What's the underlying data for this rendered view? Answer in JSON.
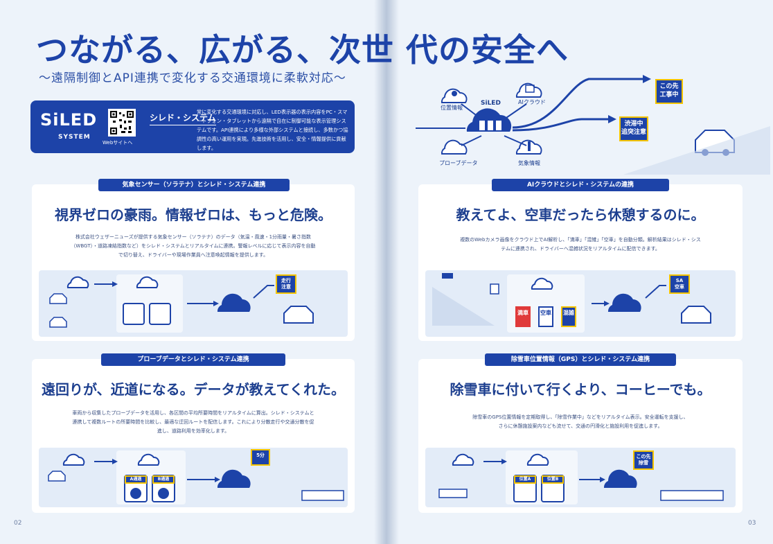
{
  "header": {
    "title": "つながる、広がる、次世 代の安全へ",
    "subtitle": "〜遠隔制御とAPI連携で変化する交通環境に柔軟対応〜"
  },
  "brand": {
    "logo": "SiLED",
    "logo_sub": "SYSTEM",
    "qr_caption": "Webサイトへ",
    "name": "シレド・システム",
    "description": "常に変化する交通環境に対応し、LED表示器の表示内容をPC・スマートフォン・タブレットから遠隔で自在に制御可能な表示管理システムです。API連携により多様な外部システムと接続し、多数かつ協調性の高い運用を実現。先進技術を活用し、安全・情報提供に貢献します。"
  },
  "hub": {
    "cloud_labels": [
      "位置情報",
      "AIクラウド",
      "プローブデータ",
      "気象情報"
    ],
    "center_label": "SiLED",
    "signs": [
      "この先\n工事中",
      "渋滞中\n追突注意"
    ]
  },
  "panels": [
    {
      "tag": "気象センサー（ソラテナ）とシレド・システム連携",
      "heading": "視界ゼロの豪雨。情報ゼロは、もっと危険。",
      "body": "株式会社ウェザーニューズが提供する気象センサー（ソラテナ）のデータ（気温・風速・1分雨量・暑さ指数（WBGT）・道路凍結指数など）をシレド・システムとリアルタイムに連携。警報レベルに応じて表示内容を自動で切り替え、ドライバーや現場作業員へ注意喚起情報を提供します。",
      "sign": "走行\n注意"
    },
    {
      "tag": "AIクラウドとシレド・システムの連携",
      "heading": "教えてよ、空車だったら休憩するのに。",
      "body": "複数のWebカメラ画像をクラウド上でAI解析し、「満車」「混雑」「空車」を自動分類。解析結果はシレド・システムに連携され、ドライバーへ混雑状況をリアルタイムに配信できます。",
      "sign": "SA\n空車",
      "tiles": [
        "満車",
        "空車",
        "混雑"
      ]
    },
    {
      "tag": "プローブデータとシレド・システム連携",
      "heading": "遠回りが、近道になる。データが教えてくれた。",
      "body": "車両から収集したプローブデータを活用し、各区間の平均所要時間をリアルタイムに算出。シレド・システムと連携して複数ルートの所要時間を比較し、最適な迂回ルートを配信します。これにより分散走行や交通分散を促進し、道路利用を効率化します。",
      "sign": "5分",
      "tiles": [
        "A通過",
        "B通過"
      ]
    },
    {
      "tag": "除雪車位置情報（GPS）とシレド・システム連携",
      "heading": "除雪車に付いて行くより、コーヒーでも。",
      "body": "除雪車のGPS位置情報を定期取得し、「除雪作業中」などをリアルタイム表示。安全運転を支援し、さらに休憩施設案内なども流せて、交通の円滑化と施設利用を促進します。",
      "sign": "この先\n除雪",
      "tiles": [
        "位置A",
        "位置B"
      ]
    }
  ],
  "pages": {
    "left": "02",
    "right": "03"
  },
  "colors": {
    "brand": "#1d43a8",
    "accent": "#f4c400",
    "alert": "#e03a3a"
  }
}
